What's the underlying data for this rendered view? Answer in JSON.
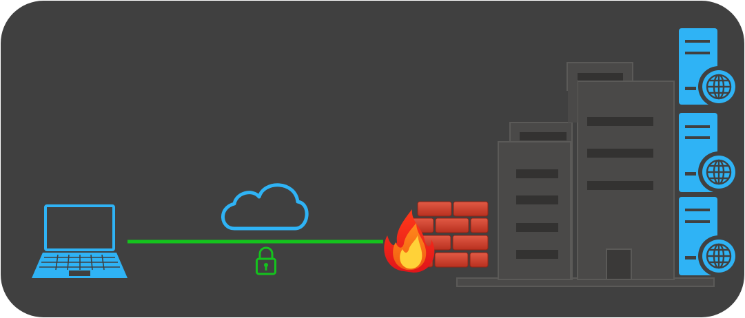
{
  "colors": {
    "panel": "#404040",
    "accent_blue": "#2fb3f5",
    "secure_link": "#14c31d",
    "building": "#4a4948",
    "building_edge": "#5b5a58",
    "window": "#333231",
    "brick": "#d2412e",
    "brick_dark": "#b02c1c",
    "flame_outer": "#ea1e1c",
    "flame_mid": "#f46c15",
    "flame_inner": "#ffd238"
  },
  "nodes": [
    {
      "id": "client",
      "icon": "laptop-icon"
    },
    {
      "id": "internet",
      "icon": "cloud-icon"
    },
    {
      "id": "encryption",
      "icon": "padlock-icon"
    },
    {
      "id": "firewall",
      "icon": "firewall-icon"
    },
    {
      "id": "organization",
      "icon": "building-icon"
    },
    {
      "id": "web-server-1",
      "icon": "web-server-icon"
    },
    {
      "id": "web-server-2",
      "icon": "web-server-icon"
    },
    {
      "id": "web-server-3",
      "icon": "web-server-icon"
    }
  ],
  "edges": [
    {
      "from": "client",
      "to": "firewall",
      "style": "solid",
      "secure": true
    }
  ]
}
